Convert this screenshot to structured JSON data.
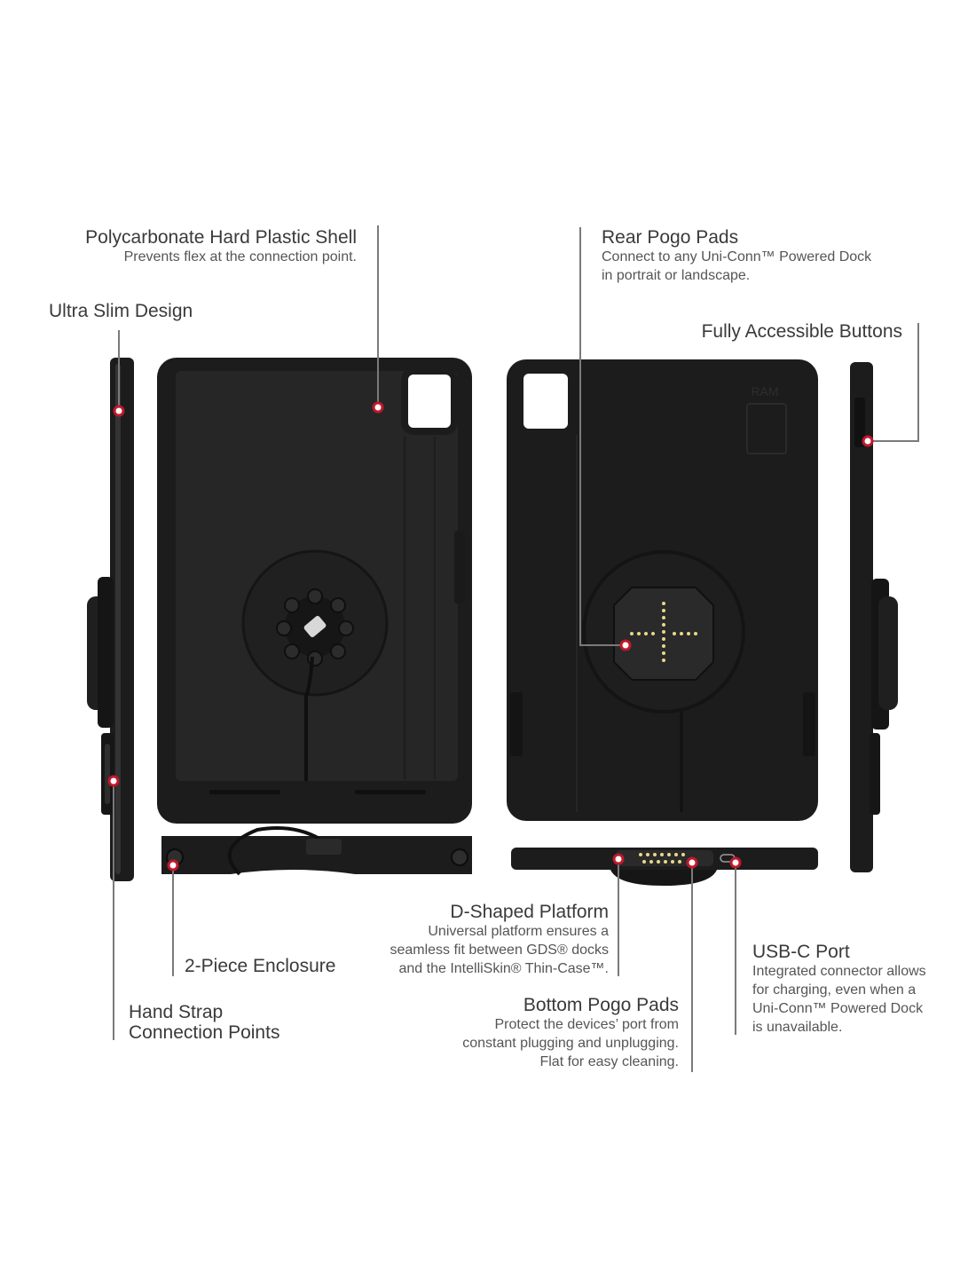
{
  "colors": {
    "background": "#ffffff",
    "case_body": "#1c1c1c",
    "case_inner": "#262626",
    "case_highlight": "#3a3a3a",
    "leader_line": "#7a7a7a",
    "marker_ring": "#c0182b",
    "pogo_pins": "#e8d98a",
    "text_heading": "#3a3a3a",
    "text_body": "#555555"
  },
  "brand_marks": {
    "back_logo": "RAM"
  },
  "callouts": {
    "shell": {
      "title": "Polycarbonate Hard Plastic Shell",
      "desc": "Prevents flex at the connection point."
    },
    "slim": {
      "title": "Ultra Slim Design"
    },
    "rear_pogo": {
      "title": "Rear Pogo Pads",
      "desc_line1": "Connect to any Uni-Conn™ Powered Dock",
      "desc_line2": "in portrait or landscape."
    },
    "buttons": {
      "title": "Fully Accessible Buttons"
    },
    "enclosure": {
      "title": "2-Piece Enclosure"
    },
    "hand_strap": {
      "title_line1": "Hand Strap",
      "title_line2": "Connection Points"
    },
    "d_shaped": {
      "title": "D-Shaped Platform",
      "desc_line1": "Universal platform ensures a",
      "desc_line2": "seamless fit between GDS® docks",
      "desc_line3": "and the IntelliSkin® Thin-Case™."
    },
    "bottom_pogo": {
      "title": "Bottom Pogo Pads",
      "desc_line1": "Protect the devices’ port from",
      "desc_line2": "constant plugging and unplugging.",
      "desc_line3": "Flat for easy cleaning."
    },
    "usbc": {
      "title": "USB-C Port",
      "desc_line1": "Integrated connector allows",
      "desc_line2": "for charging, even when a",
      "desc_line3": "Uni-Conn™ Powered Dock",
      "desc_line4": "is unavailable."
    }
  },
  "icons": {
    "marker": "red-ring-marker-icon",
    "usb_port": "usb-c-port-icon",
    "pogo": "pogo-pin-cross-icon"
  }
}
